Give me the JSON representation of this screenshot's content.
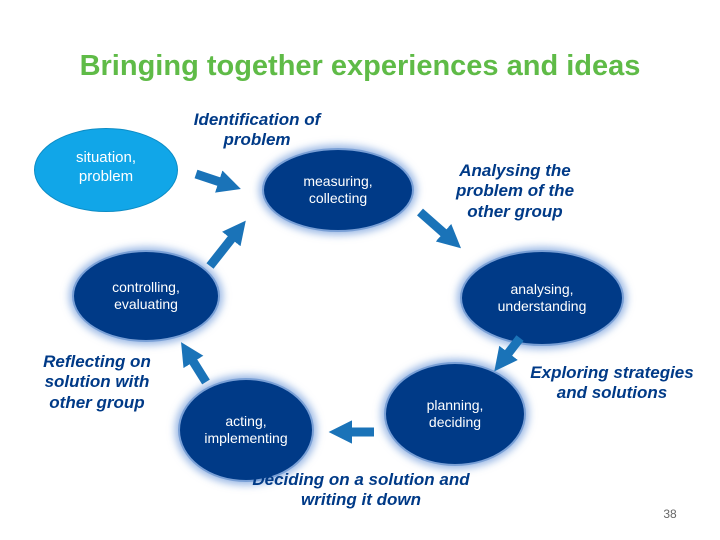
{
  "title": "Bringing together experiences and ideas",
  "start_node": {
    "label": "situation, problem"
  },
  "cycle_nodes": {
    "measuring": "measuring, collecting",
    "analysing": "analysing, understanding",
    "planning": "planning, deciding",
    "acting": "acting, implementing",
    "controlling": "controlling, evaluating"
  },
  "notes": {
    "identification": "Identification of problem",
    "analysing_other": "Analysing the problem of the other group",
    "exploring": "Exploring strategies and solutions",
    "deciding": "Deciding on a solution and writing it down",
    "reflecting": "Reflecting on solution with other group"
  },
  "page_number": "38",
  "colors": {
    "title": "#5fbb47",
    "start_node": "#11a6e8",
    "cycle_node": "#003a87",
    "arrow": "#1a73b8",
    "note_text": "#003a87"
  }
}
